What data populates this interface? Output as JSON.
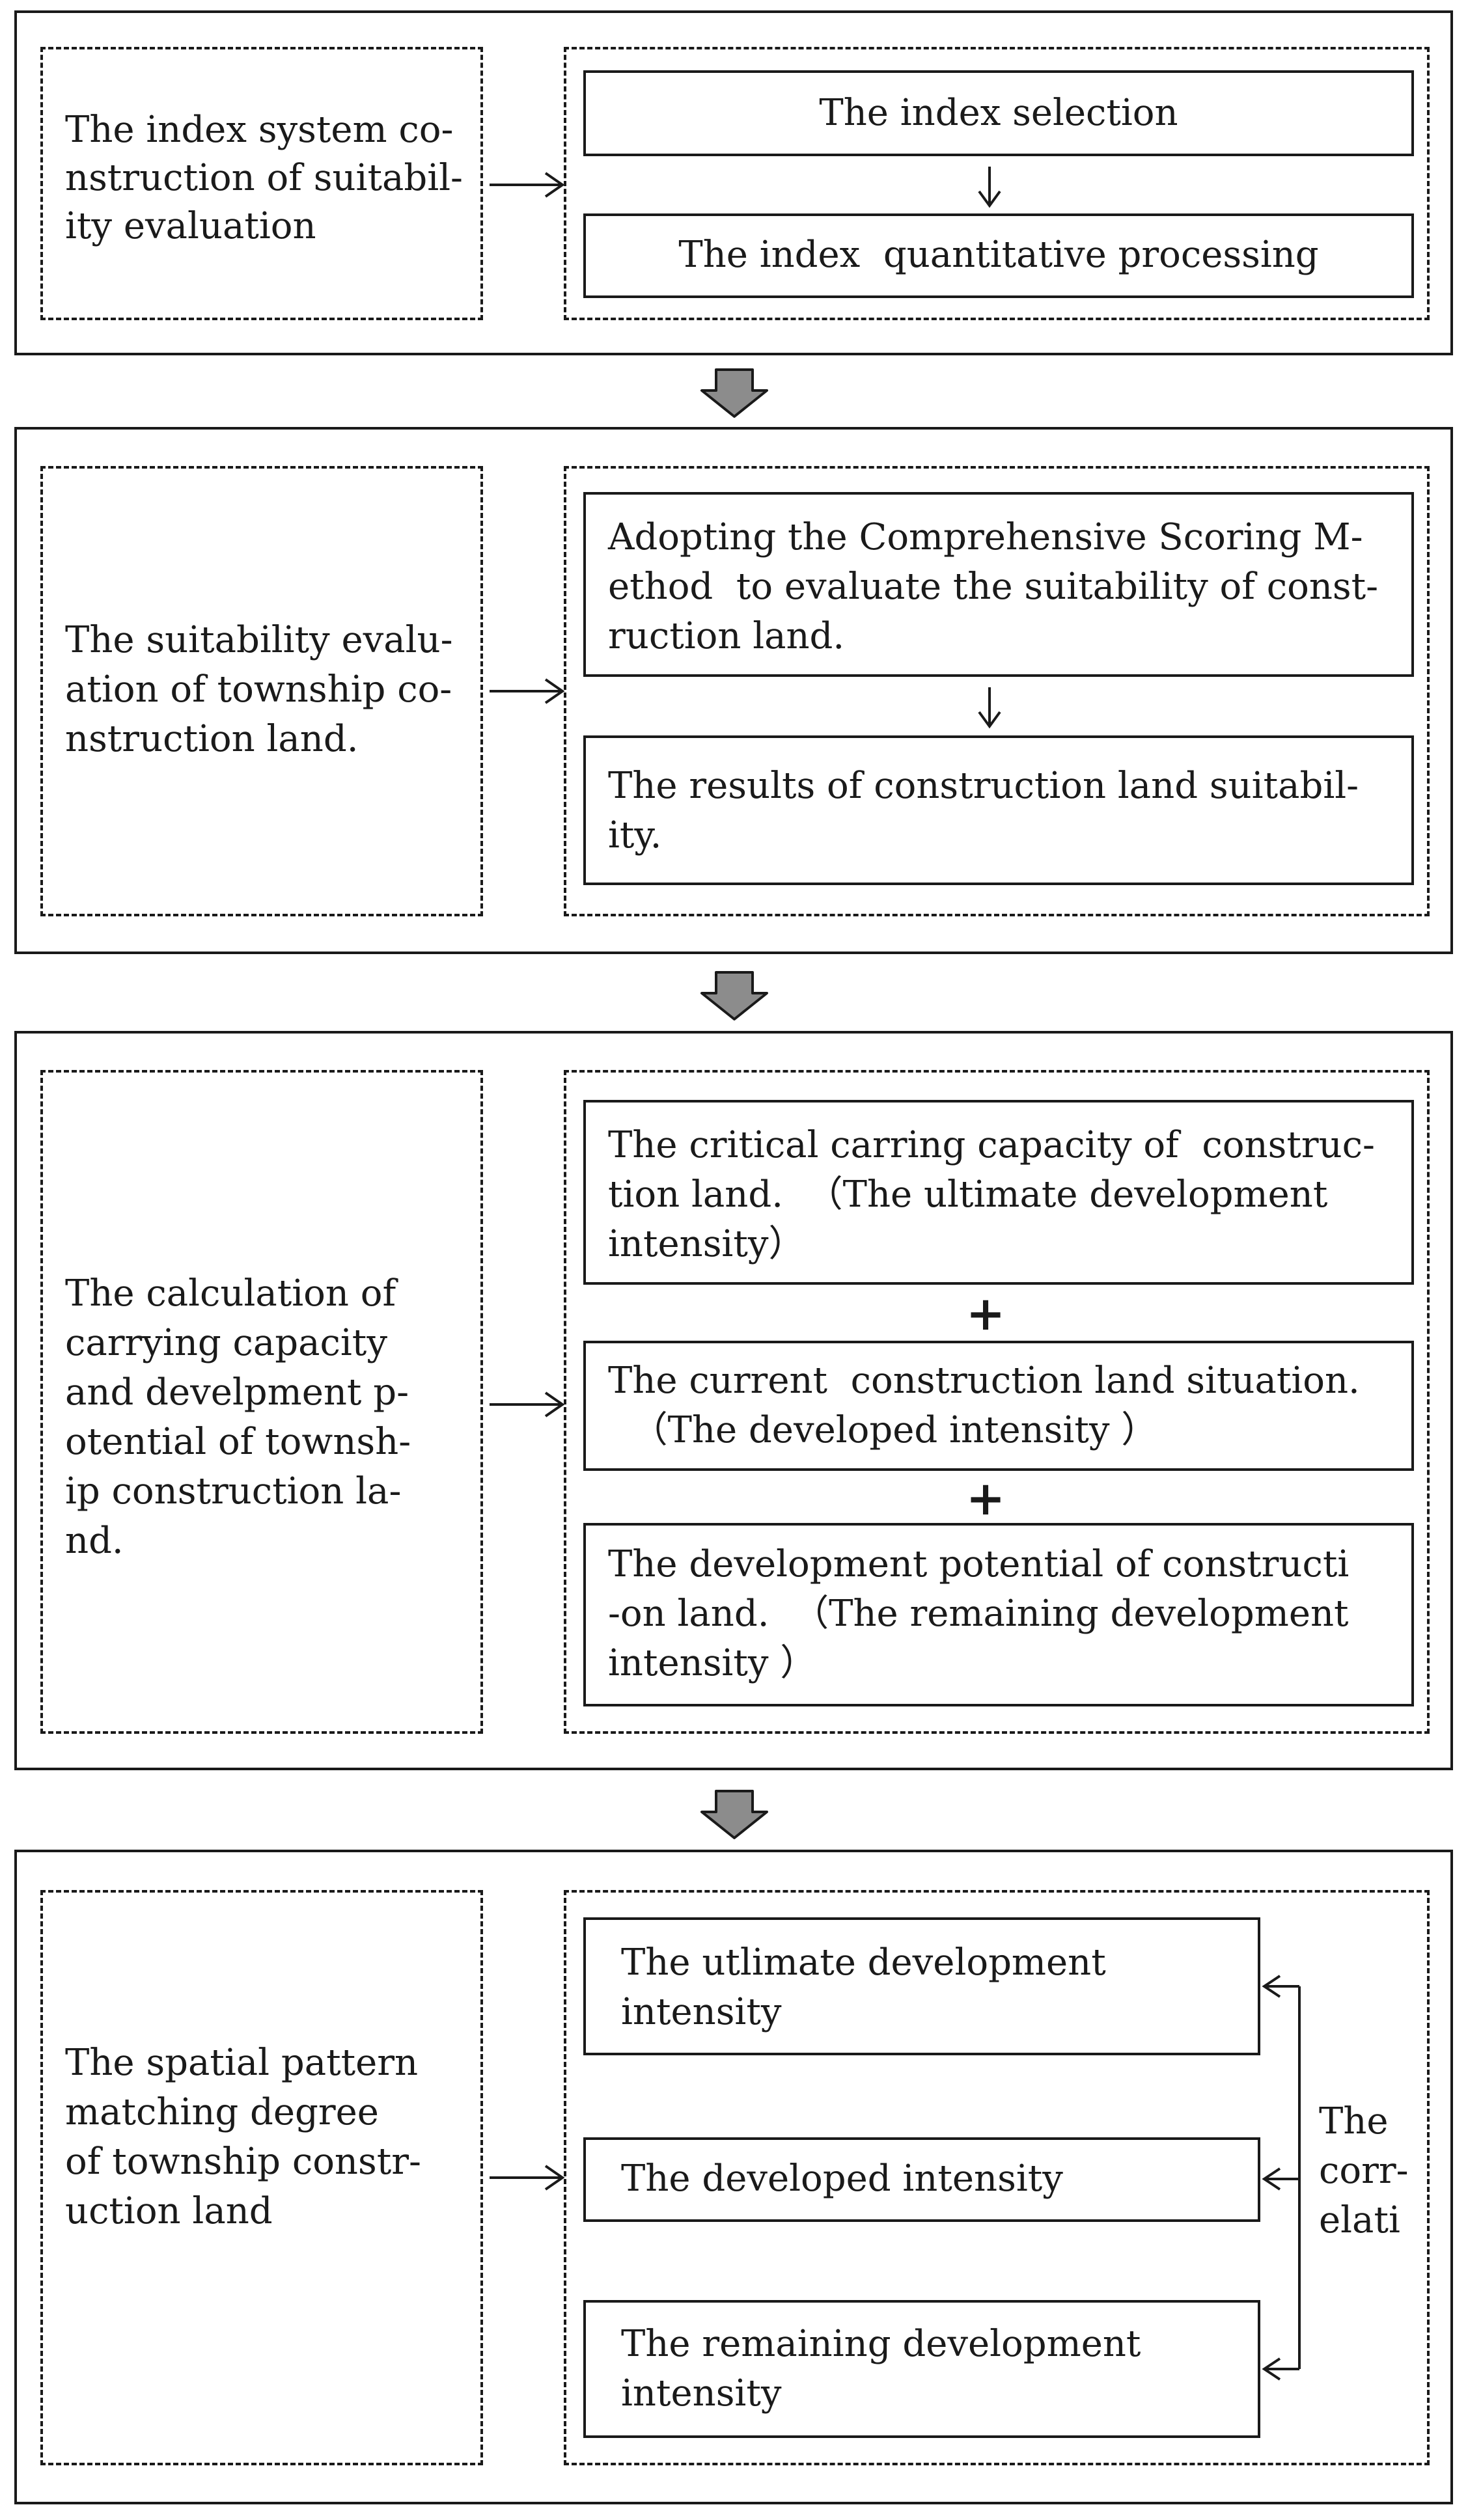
{
  "stages": [
    {
      "left_text": [
        "The index system co-",
        "nstruction of suitabil-",
        "ity evaluation"
      ],
      "steps": [
        {
          "lines": [
            "The index selection"
          ]
        },
        {
          "lines": [
            "The index  quantitative processing"
          ]
        }
      ],
      "connectors": [
        "down-arrow"
      ]
    },
    {
      "left_text": [
        "The suitability evalu-",
        "ation of township co-",
        "nstruction land."
      ],
      "steps": [
        {
          "lines": [
            "Adopting the Comprehensive Scoring M-",
            "ethod  to evaluate the suitability of const-",
            "ruction land."
          ]
        },
        {
          "lines": [
            "The results of construction land suitabil-",
            "ity."
          ]
        }
      ],
      "connectors": [
        "down-arrow"
      ]
    },
    {
      "left_text": [
        "The calculation of",
        "carrying capacity",
        "and develpment p-",
        "otential of townsh-",
        "ip construction la-",
        "nd."
      ],
      "steps": [
        {
          "lines": [
            "The critical carring capacity of  construc-",
            "tion land.  （The ultimate development",
            "intensity）"
          ]
        },
        {
          "lines": [
            "The current  construction land situation.",
            "  （The developed intensity ）"
          ]
        },
        {
          "lines": [
            "The development potential of constructi",
            "-on land.  （The remaining development",
            "intensity ）"
          ]
        }
      ],
      "operators": [
        "+",
        "+"
      ]
    },
    {
      "left_text": [
        "The spatial pattern",
        "matching degree",
        "of township constr-",
        "uction land"
      ],
      "steps": [
        {
          "lines": [
            "The utlimate development",
            "intensity"
          ]
        },
        {
          "lines": [
            "The developed intensity"
          ]
        },
        {
          "lines": [
            "The remaining development",
            "intensity"
          ]
        }
      ],
      "side_label": [
        "The",
        "corr-",
        "elati"
      ]
    }
  ]
}
